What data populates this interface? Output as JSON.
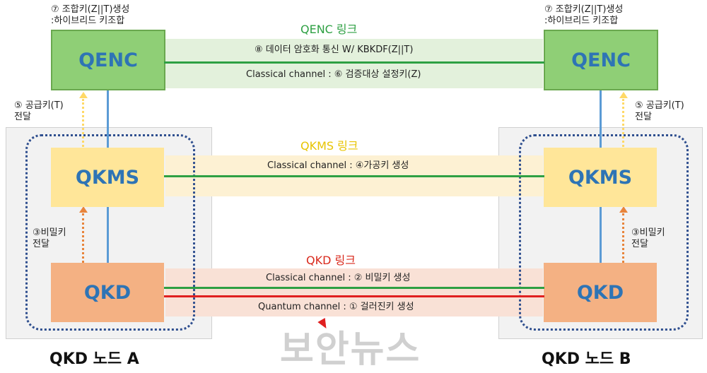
{
  "links": {
    "qenc": {
      "title": "QENC 링크",
      "color": "#2ea043",
      "line1": "⑧ 데이터 암호화 통신 W/ KBKDF(Z||T)",
      "line2": "Classical channel : ⑥ 검증대상 설정키(Z)"
    },
    "qkms": {
      "title": "QKMS 링크",
      "color": "#e8c400",
      "line1": "Classical channel : ④가공키 생성"
    },
    "qkd": {
      "title": "QKD 링크",
      "color": "#d9291c",
      "line1": "Classical channel : ② 비밀키 생성",
      "line2": "Quantum channel : ① 걸러진키 생성"
    }
  },
  "boxes": {
    "qenc": "QENC",
    "qkms": "QKMS",
    "qkd": "QKD"
  },
  "steps": {
    "combine_line1": "⑦ 조합키(Z||T)생성",
    "combine_line2": ":하이브리드 키조합",
    "public_line1": "⑤ 공급키(T)",
    "public_line2": "전달",
    "secret_line1": "③비밀키",
    "secret_line2": "전달"
  },
  "nodes": {
    "a": "QKD 노드 A",
    "b": "QKD 노드 B"
  },
  "watermark": "보안뉴스",
  "colors": {
    "qenc_fill": "#8fcf76",
    "qkms_fill": "#ffe699",
    "qkd_fill": "#f4b183",
    "box_text": "#2e74b5",
    "green_line": "#2ea043",
    "red_line": "#e02020",
    "vertical_line": "#5b9bd5",
    "dotted_frame": "#2f4f8f"
  }
}
